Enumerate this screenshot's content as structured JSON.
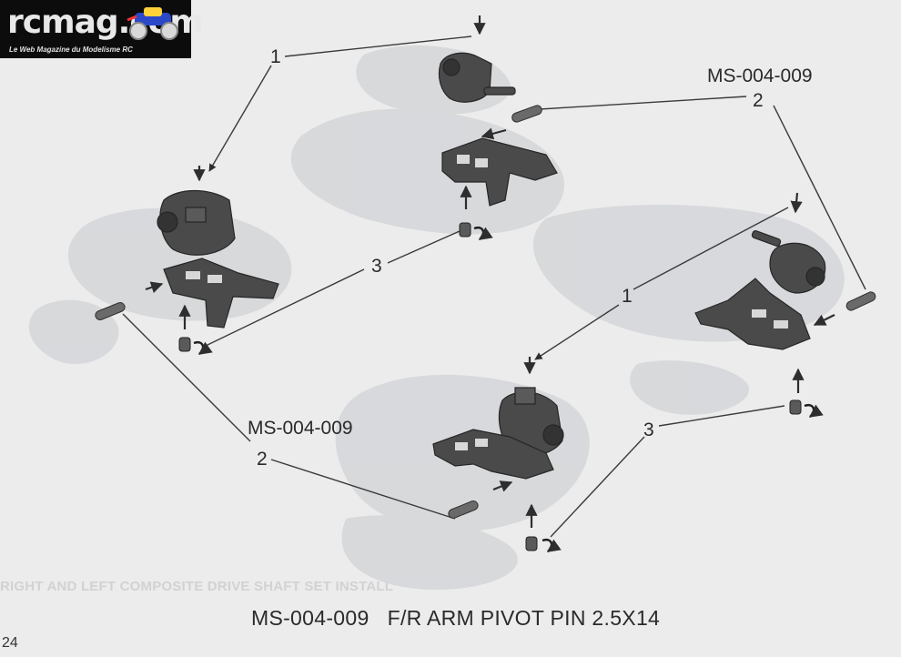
{
  "logo": {
    "wordmark": "rcmag.com",
    "tagline": "Le Web Magazine du Modelisme RC"
  },
  "labels": {
    "part_code_right": "MS-004-009",
    "part_code_left": "MS-004-009",
    "callout_1_top": "1",
    "callout_1_middle": "1",
    "callout_2_right": "2",
    "callout_2_left": "2",
    "callout_3_left": "3",
    "callout_3_right": "3"
  },
  "faint_heading": "RIGHT AND LEFT COMPOSITE DRIVE SHAFT SET INSTALL",
  "caption": "MS-004-009   F/R ARM PIVOT PIN 2.5X14",
  "page_number": "24",
  "colors": {
    "paper": "#ececec",
    "ghost": "#d4d6d9",
    "part": "#4a4a4a",
    "part_dark": "#2e2e2e",
    "line": "#3a3a3a"
  }
}
